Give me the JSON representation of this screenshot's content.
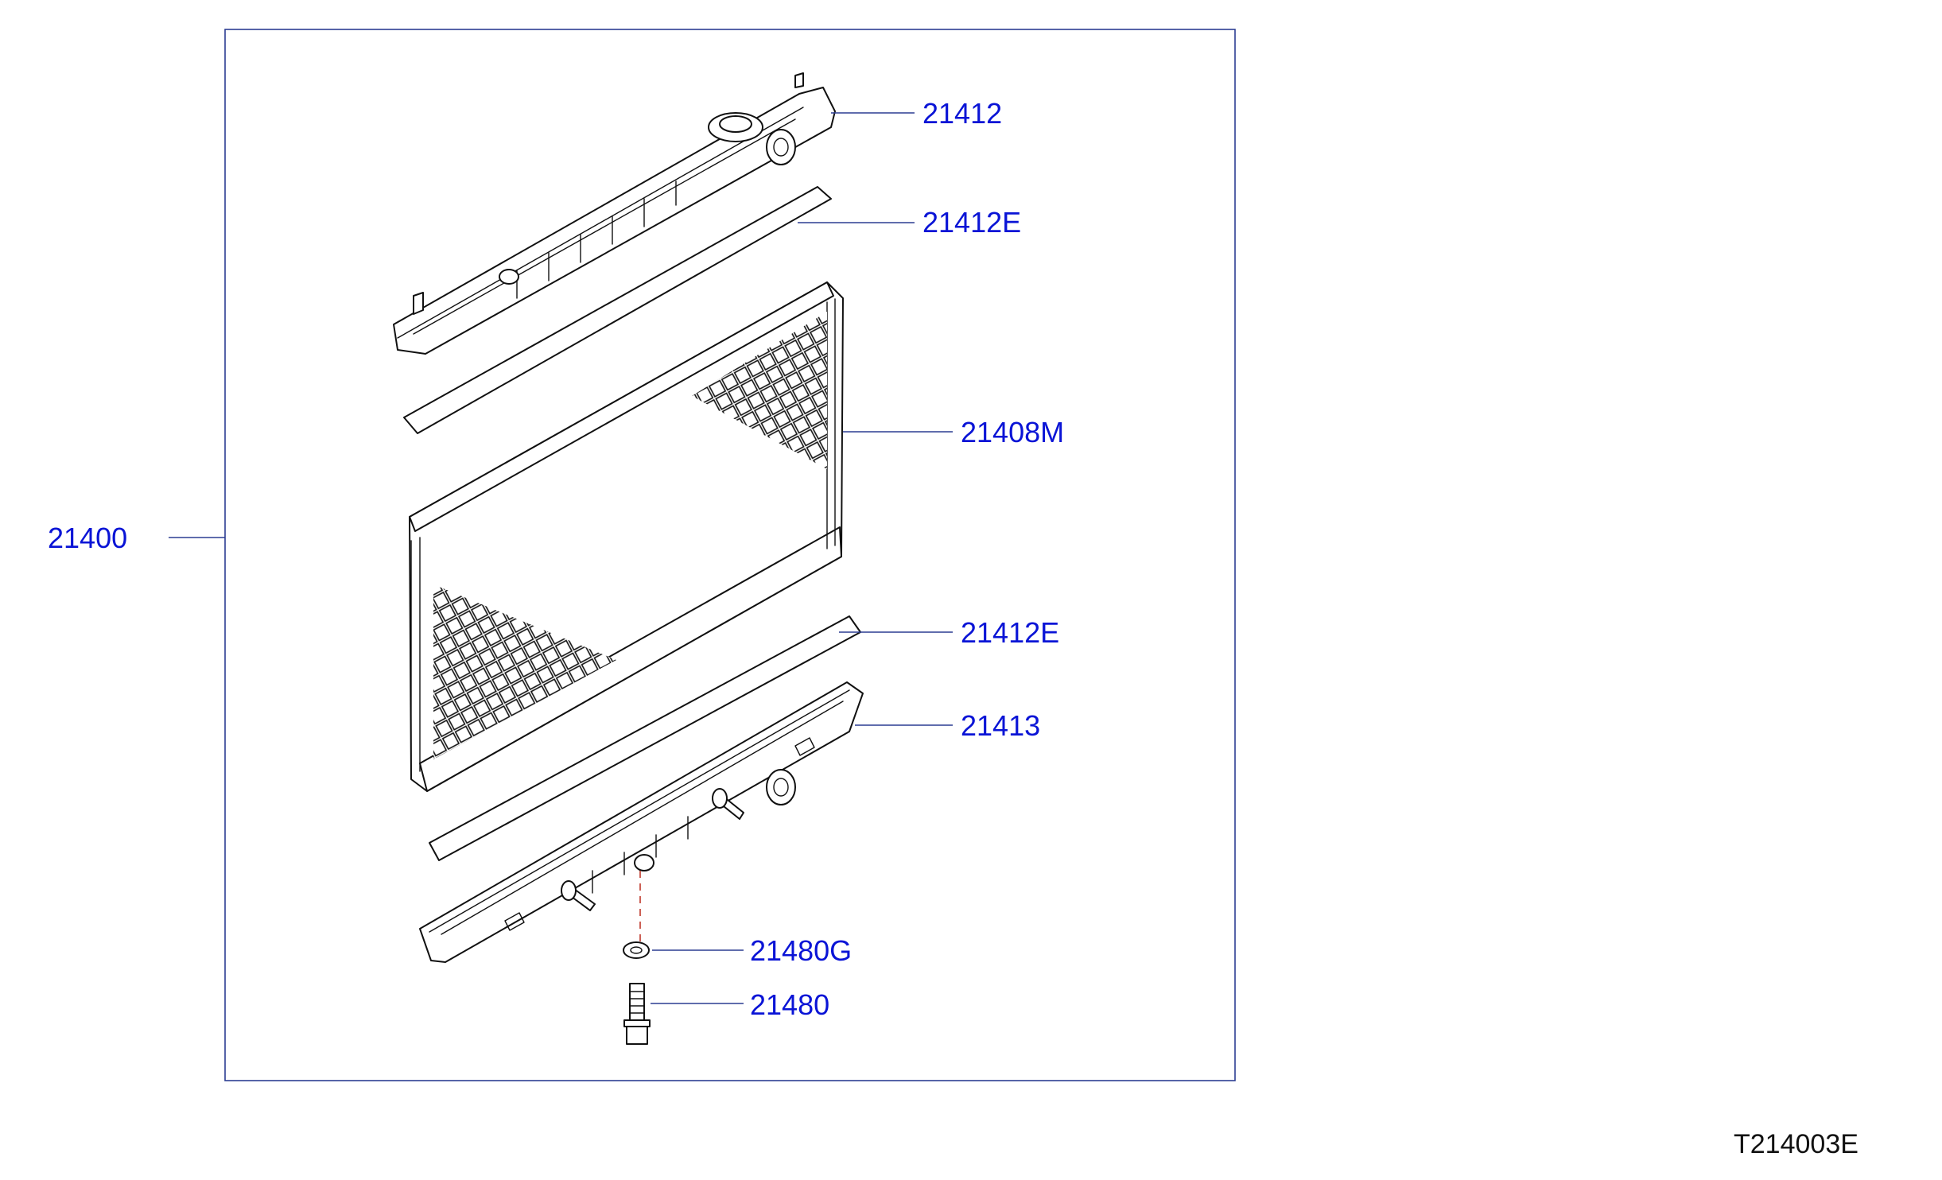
{
  "diagram": {
    "assembly_label": "21400",
    "diagram_id": "T214003E",
    "parts": [
      {
        "number": "21412",
        "part": "upper-tank"
      },
      {
        "number": "21412E",
        "part": "upper-gasket"
      },
      {
        "number": "21408M",
        "part": "radiator-core"
      },
      {
        "number": "21412E",
        "part": "lower-gasket"
      },
      {
        "number": "21413",
        "part": "lower-tank"
      },
      {
        "number": "21480G",
        "part": "drain-washer"
      },
      {
        "number": "21480",
        "part": "drain-plug"
      }
    ]
  },
  "colors": {
    "callout_text": "#0a14d6",
    "leader_line": "#2c3d92",
    "drawing_ink": "#111111",
    "dashed_guide": "#c0392b"
  }
}
